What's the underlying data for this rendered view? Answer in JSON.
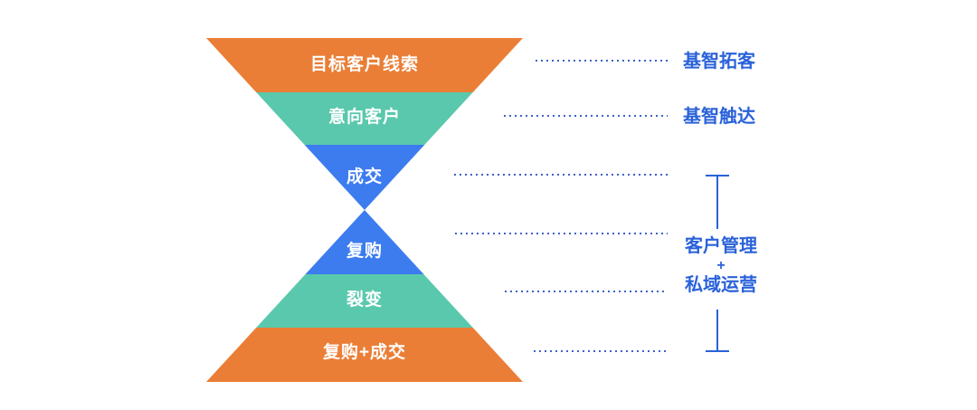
{
  "diagram": {
    "kind": "hourglass-funnel",
    "colors": {
      "orange": "#EA7E36",
      "teal": "#5AC8AD",
      "blue": "#3C7CEF",
      "annotation_blue": "#2A62D9",
      "dotted_line_blue": "#3E63C8",
      "background": "#FFFFFF",
      "segment_text": "#FFFFFF"
    },
    "funnel": {
      "top_segments": [
        {
          "label": "目标客户线索",
          "color": "#EA7E36"
        },
        {
          "label": "意向客户",
          "color": "#5AC8AD"
        },
        {
          "label": "成交",
          "color": "#3C7CEF"
        }
      ],
      "bottom_segments": [
        {
          "label": "复购",
          "color": "#3C7CEF"
        },
        {
          "label": "裂变",
          "color": "#5AC8AD"
        },
        {
          "label": "复购+成交",
          "color": "#EA7E36"
        }
      ]
    },
    "annotations": {
      "side_labels": [
        {
          "label": "基智拓客"
        },
        {
          "label": "基智触达"
        }
      ],
      "bracket_label": {
        "line1": "客户管理",
        "line2": "+",
        "line3": "私域运营"
      }
    }
  }
}
